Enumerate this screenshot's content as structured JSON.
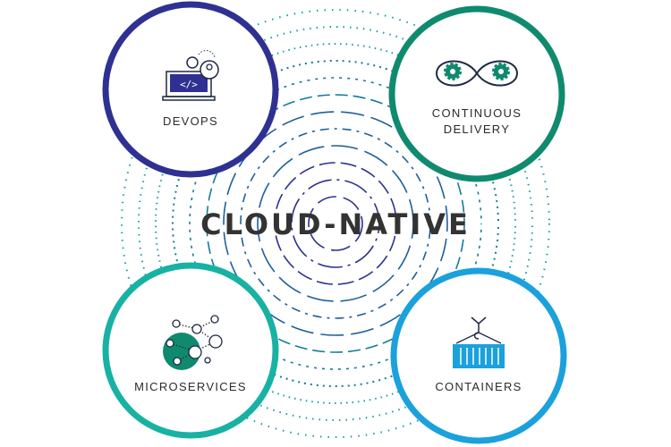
{
  "title": "CLOUD-NATIVE",
  "nodes": [
    {
      "label": "DEVOPS",
      "color": "#2e3192"
    },
    {
      "label_lines": [
        "CONTINUOUS",
        "DELIVERY"
      ],
      "color": "#0f8a6f"
    },
    {
      "label": "MICROSERVICES",
      "color": "#17b2a3"
    },
    {
      "label": "CONTAINERS",
      "color": "#1ba1dc"
    }
  ],
  "ring_colors": [
    "#2e3192",
    "#1f5f9a",
    "#137c96",
    "#12a0a0"
  ]
}
